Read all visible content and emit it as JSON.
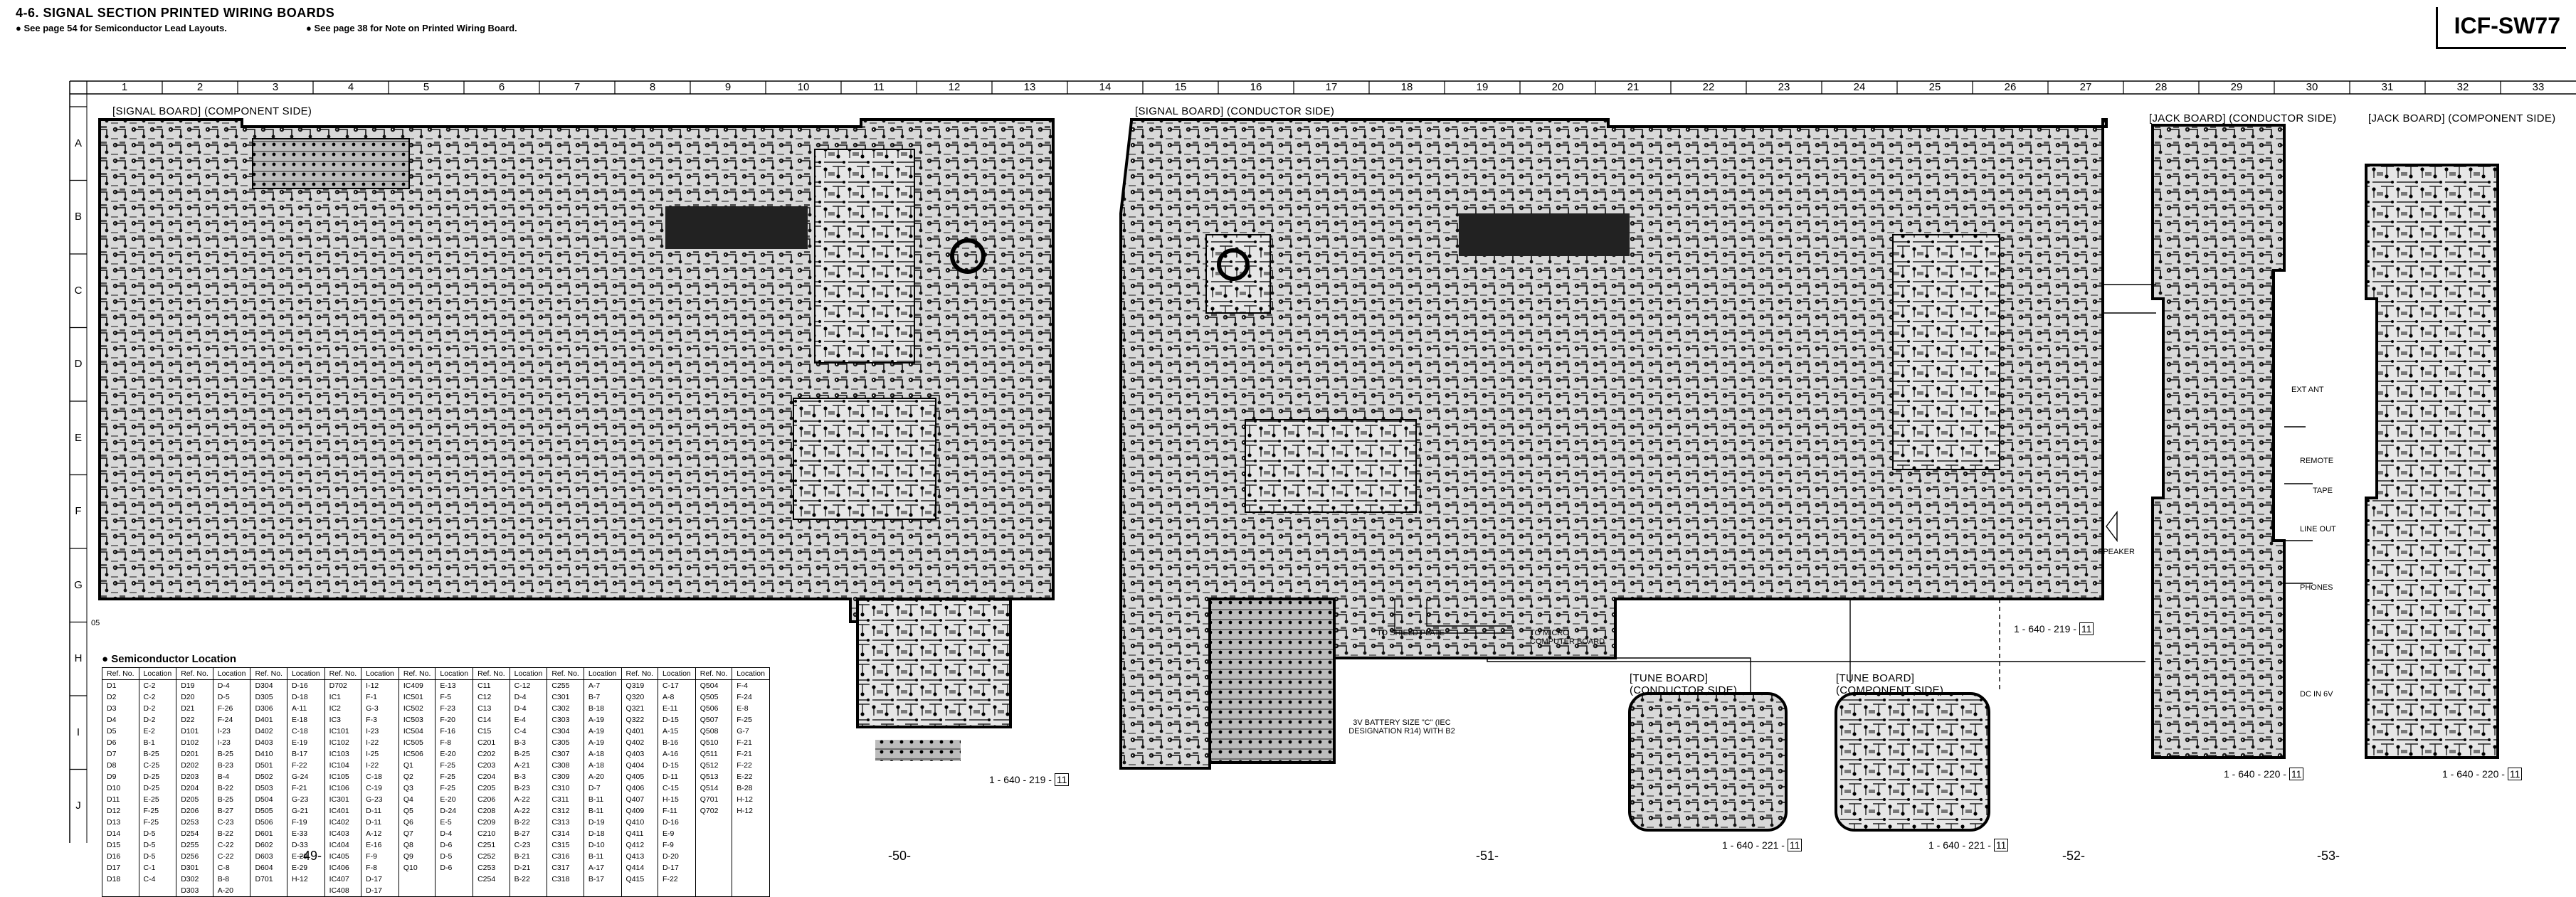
{
  "header": {
    "title": "4-6.  SIGNAL SECTION PRINTED WIRING BOARDS",
    "note1": "● See page 54 for Semiconductor Lead Layouts.",
    "note2": "● See page 38 for Note on Printed Wiring Board.",
    "model": "ICF-SW77"
  },
  "grid": {
    "columns": [
      "1",
      "2",
      "3",
      "4",
      "5",
      "6",
      "7",
      "8",
      "9",
      "10",
      "11",
      "12",
      "13",
      "14",
      "15",
      "16",
      "17",
      "18",
      "19",
      "20",
      "21",
      "22",
      "23",
      "24",
      "25",
      "26",
      "27",
      "28",
      "29",
      "30",
      "31",
      "32",
      "33"
    ],
    "rows": [
      "A",
      "B",
      "C",
      "D",
      "E",
      "F",
      "G",
      "H",
      "I",
      "J"
    ]
  },
  "boards": {
    "signal_component": "[SIGNAL BOARD] (COMPONENT SIDE)",
    "signal_conductor": "[SIGNAL BOARD] (CONDUCTOR SIDE)",
    "jack_conductor": "[JACK BOARD] (CONDUCTOR SIDE)",
    "jack_component": "[JACK BOARD] (COMPONENT SIDE)",
    "tune_conductor": "[TUNE BOARD] (CONDUCTOR SIDE)",
    "tune_component": "[TUNE BOARD] (COMPONENT SIDE)"
  },
  "part_numbers": {
    "signal_component": "1 - 640 - 219 -",
    "signal_conductor": "1 - 640 - 219 -",
    "tune_conductor": "1 - 640 - 221 -",
    "tune_component": "1 - 640 - 221 -",
    "jack_conductor": "1 - 640 - 220 -",
    "jack_component": "1 - 640 - 220 -"
  },
  "part_revision": "11",
  "pages": [
    "-49-",
    "-50-",
    "-51-",
    "-52-",
    "-53-"
  ],
  "annotations": {
    "marker_05": "05",
    "shield_plate": "TO SHIELD PLATE",
    "micro_computer": "TO MICRO COMPUTER BOARD",
    "battery": "3V BATTERY SIZE \"C\" (IEC DESIGNATION R14) WITH B2",
    "speaker": "SPEAKER",
    "ext_ant": "EXT ANT",
    "remote": "REMOTE",
    "tape": "TAPE",
    "line_out": "LINE OUT",
    "phones": "PHONES",
    "dc_in": "DC IN 6V"
  },
  "semiconductor": {
    "title": "● Semiconductor Location",
    "headers": [
      "Ref. No.",
      "Location"
    ],
    "columns": [
      [
        [
          "D1",
          "C-2"
        ],
        [
          "D2",
          "C-2"
        ],
        [
          "D3",
          "D-2"
        ],
        [
          "D4",
          "D-2"
        ],
        [
          "D5",
          "E-2"
        ],
        [
          "D6",
          "B-1"
        ],
        [
          "D7",
          "B-25"
        ],
        [
          "D8",
          "C-25"
        ],
        [
          "D9",
          "D-25"
        ],
        [
          "D10",
          "D-25"
        ],
        [
          "D11",
          "E-25"
        ],
        [
          "D12",
          "F-25"
        ],
        [
          "D13",
          "F-25"
        ],
        [
          "D14",
          "D-5"
        ],
        [
          "D15",
          "D-5"
        ],
        [
          "D16",
          "D-5"
        ],
        [
          "D17",
          "C-1"
        ],
        [
          "D18",
          "C-4"
        ]
      ],
      [
        [
          "D19",
          "D-4"
        ],
        [
          "D20",
          "D-5"
        ],
        [
          "D21",
          "F-26"
        ],
        [
          "D22",
          "F-24"
        ],
        [
          "D101",
          "I-23"
        ],
        [
          "D102",
          "I-23"
        ],
        [
          "D201",
          "B-25"
        ],
        [
          "D202",
          "B-23"
        ],
        [
          "D203",
          "B-4"
        ],
        [
          "D204",
          "B-22"
        ],
        [
          "D205",
          "B-25"
        ],
        [
          "D206",
          "B-27"
        ],
        [
          "D253",
          "C-23"
        ],
        [
          "D254",
          "B-22"
        ],
        [
          "D255",
          "C-22"
        ],
        [
          "D256",
          "C-22"
        ],
        [
          "D301",
          "C-8"
        ],
        [
          "D302",
          "B-8"
        ],
        [
          "D303",
          "A-20"
        ]
      ],
      [
        [
          "D304",
          "D-16"
        ],
        [
          "D305",
          "D-18"
        ],
        [
          "D306",
          "A-11"
        ],
        [
          "D401",
          "E-18"
        ],
        [
          "D402",
          "C-18"
        ],
        [
          "D403",
          "E-19"
        ],
        [
          "D410",
          "B-17"
        ],
        [
          "D501",
          "F-22"
        ],
        [
          "D502",
          "G-24"
        ],
        [
          "D503",
          "F-21"
        ],
        [
          "D504",
          "G-23"
        ],
        [
          "D505",
          "G-21"
        ],
        [
          "D506",
          "F-19"
        ],
        [
          "D601",
          "E-33"
        ],
        [
          "D602",
          "D-33"
        ],
        [
          "D603",
          "E-29"
        ],
        [
          "D604",
          "E-29"
        ],
        [
          "D701",
          "H-12"
        ]
      ],
      [
        [
          "D702",
          "I-12"
        ],
        [
          "IC1",
          "F-1"
        ],
        [
          "IC2",
          "G-3"
        ],
        [
          "IC3",
          "F-3"
        ],
        [
          "IC101",
          "I-23"
        ],
        [
          "IC102",
          "I-22"
        ],
        [
          "IC103",
          "I-25"
        ],
        [
          "IC104",
          "I-22"
        ],
        [
          "IC105",
          "C-18"
        ],
        [
          "IC106",
          "C-19"
        ],
        [
          "IC301",
          "G-23"
        ],
        [
          "IC401",
          "D-11"
        ],
        [
          "IC402",
          "D-11"
        ],
        [
          "IC403",
          "A-12"
        ],
        [
          "IC404",
          "E-16"
        ],
        [
          "IC405",
          "F-9"
        ],
        [
          "IC406",
          "F-8"
        ],
        [
          "IC407",
          "D-17"
        ],
        [
          "IC408",
          "D-17"
        ]
      ],
      [
        [
          "IC409",
          "E-13"
        ],
        [
          "IC501",
          "F-5"
        ],
        [
          "IC502",
          "F-23"
        ],
        [
          "IC503",
          "F-20"
        ],
        [
          "IC504",
          "F-16"
        ],
        [
          "IC505",
          "F-8"
        ],
        [
          "IC506",
          "E-20"
        ],
        [
          "Q1",
          "F-25"
        ],
        [
          "Q2",
          "F-25"
        ],
        [
          "Q3",
          "F-25"
        ],
        [
          "Q4",
          "E-20"
        ],
        [
          "Q5",
          "D-24"
        ],
        [
          "Q6",
          "E-5"
        ],
        [
          "Q7",
          "D-4"
        ],
        [
          "Q8",
          "D-6"
        ],
        [
          "Q9",
          "D-5"
        ],
        [
          "Q10",
          "D-6"
        ]
      ],
      [
        [
          "C11",
          "C-12"
        ],
        [
          "C12",
          "D-4"
        ],
        [
          "C13",
          "D-4"
        ],
        [
          "C14",
          "E-4"
        ],
        [
          "C15",
          "C-4"
        ],
        [
          "C201",
          "B-3"
        ],
        [
          "C202",
          "B-25"
        ],
        [
          "C203",
          "A-21"
        ],
        [
          "C204",
          "B-3"
        ],
        [
          "C205",
          "B-23"
        ],
        [
          "C206",
          "A-22"
        ],
        [
          "C208",
          "A-22"
        ],
        [
          "C209",
          "B-22"
        ],
        [
          "C210",
          "B-27"
        ],
        [
          "C251",
          "C-23"
        ],
        [
          "C252",
          "B-21"
        ],
        [
          "C253",
          "D-21"
        ],
        [
          "C254",
          "B-22"
        ]
      ],
      [
        [
          "C255",
          "A-7"
        ],
        [
          "C301",
          "B-7"
        ],
        [
          "C302",
          "B-18"
        ],
        [
          "C303",
          "A-19"
        ],
        [
          "C304",
          "A-19"
        ],
        [
          "C305",
          "A-19"
        ],
        [
          "C307",
          "A-18"
        ],
        [
          "C308",
          "A-18"
        ],
        [
          "C309",
          "A-20"
        ],
        [
          "C310",
          "D-7"
        ],
        [
          "C311",
          "B-11"
        ],
        [
          "C312",
          "B-11"
        ],
        [
          "C313",
          "D-19"
        ],
        [
          "C314",
          "D-18"
        ],
        [
          "C315",
          "D-10"
        ],
        [
          "C316",
          "B-11"
        ],
        [
          "C317",
          "A-17"
        ],
        [
          "C318",
          "B-17"
        ]
      ],
      [
        [
          "Q319",
          "C-17"
        ],
        [
          "Q320",
          "A-8"
        ],
        [
          "Q321",
          "E-11"
        ],
        [
          "Q322",
          "D-15"
        ],
        [
          "Q401",
          "A-15"
        ],
        [
          "Q402",
          "B-16"
        ],
        [
          "Q403",
          "A-16"
        ],
        [
          "Q404",
          "D-15"
        ],
        [
          "Q405",
          "D-11"
        ],
        [
          "Q406",
          "C-15"
        ],
        [
          "Q407",
          "H-15"
        ],
        [
          "Q409",
          "F-11"
        ],
        [
          "Q410",
          "D-16"
        ],
        [
          "Q411",
          "E-9"
        ],
        [
          "Q412",
          "F-9"
        ],
        [
          "Q413",
          "D-20"
        ],
        [
          "Q414",
          "D-17"
        ],
        [
          "Q415",
          "F-22"
        ]
      ],
      [
        [
          "Q504",
          "F-4"
        ],
        [
          "Q505",
          "F-24"
        ],
        [
          "Q506",
          "E-8"
        ],
        [
          "Q507",
          "F-25"
        ],
        [
          "Q508",
          "G-7"
        ],
        [
          "Q510",
          "F-21"
        ],
        [
          "Q511",
          "F-21"
        ],
        [
          "Q512",
          "F-22"
        ],
        [
          "Q513",
          "E-22"
        ],
        [
          "Q514",
          "B-28"
        ],
        [
          "Q701",
          "H-12"
        ],
        [
          "Q702",
          "H-12"
        ]
      ]
    ]
  }
}
